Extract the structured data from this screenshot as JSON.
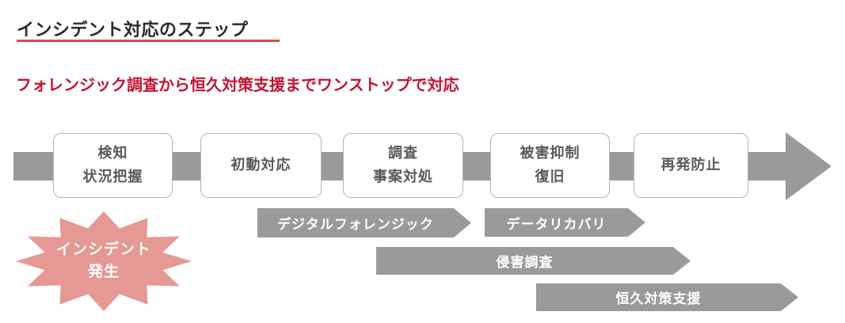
{
  "header": {
    "title": "インシデント対応のステップ",
    "subtitle": "フォレンジック調査から恒久対策支援までワンストップで対応"
  },
  "flow": {
    "steps": [
      "検知\n状況把握",
      "初動対応",
      "調査\n事案対処",
      "被害抑制\n復旧",
      "再発防止"
    ]
  },
  "services": [
    "デジタルフォレンジック",
    "データリカバリ",
    "侵害調査",
    "恒久対策支援"
  ],
  "burst": {
    "label": "インシデント\n発生"
  },
  "colors": {
    "accent_red": "#c41230",
    "underline_red": "#d14b49",
    "flow_gray": "#9a9a9a",
    "box_border": "#b4b4b4",
    "box_text": "#595959",
    "burst_pink": "#e59894"
  }
}
